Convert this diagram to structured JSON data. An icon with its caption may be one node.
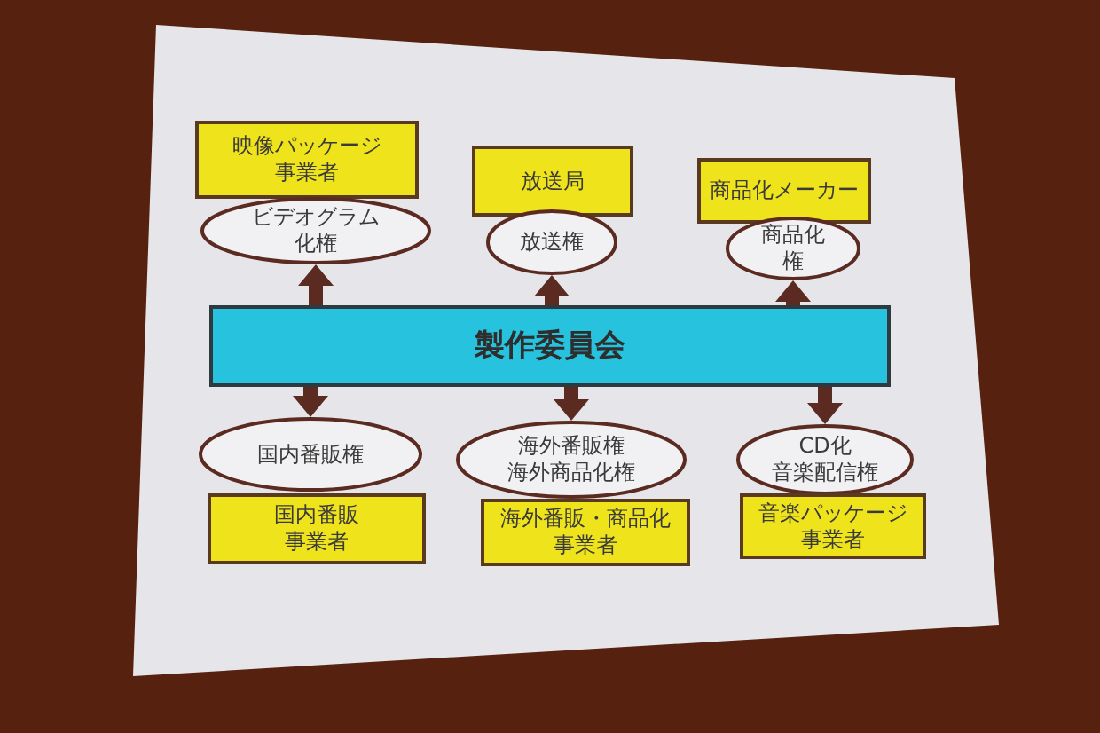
{
  "diagram": {
    "nodes": [
      {
        "text": [
          "映像パッケージ事業者"
        ]
      },
      {
        "text": [
          "放送局"
        ]
      },
      {
        "text": [
          "商品化メーカー"
        ]
      },
      {
        "text": [
          "ビデオグラム化権"
        ]
      },
      {
        "text": [
          "放送権"
        ]
      },
      {
        "text": [
          "商品化権"
        ]
      },
      {
        "text": [
          "製作委員会"
        ]
      },
      {
        "text": [
          "国内番販権"
        ]
      },
      {
        "text": [
          "海外番販権",
          "海外商品化権"
        ]
      },
      {
        "text": [
          "CD化",
          "音楽配信権"
        ]
      },
      {
        "text": [
          "国内番販事業者"
        ]
      },
      {
        "text": [
          "海外番販・商品化事業者"
        ]
      },
      {
        "text": [
          "音楽パッケージ事業者"
        ]
      }
    ],
    "edges": [
      {
        "from": 6,
        "to": 3,
        "arrow": "to"
      },
      {
        "from": 6,
        "to": 4,
        "arrow": "to"
      },
      {
        "from": 6,
        "to": 5,
        "arrow": "to"
      },
      {
        "from": 6,
        "to": 7,
        "arrow": "to"
      },
      {
        "from": 6,
        "to": 8,
        "arrow": "to"
      },
      {
        "from": 6,
        "to": 9,
        "arrow": "to"
      }
    ]
  }
}
